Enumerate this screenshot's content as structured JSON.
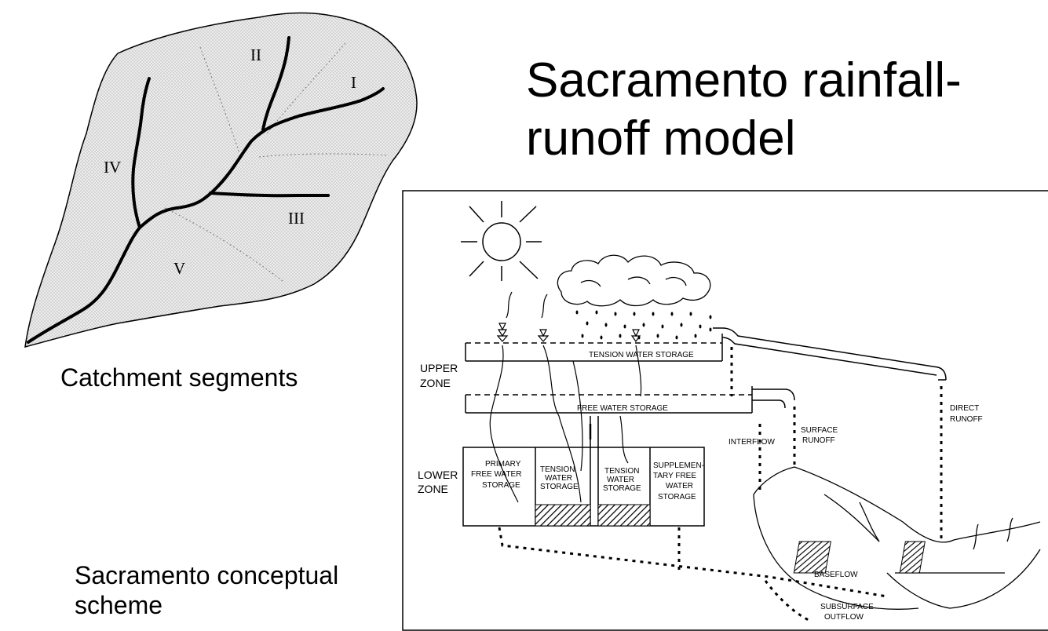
{
  "title": {
    "line1": "Sacramento rainfall-",
    "line2": "runoff model"
  },
  "captions": {
    "catchment": "Catchment segments",
    "scheme_line1": "Sacramento conceptual",
    "scheme_line2": "scheme"
  },
  "catchment": {
    "segments": [
      "I",
      "II",
      "III",
      "IV",
      "V"
    ]
  },
  "scheme": {
    "upper_zone_1": "UPPER",
    "upper_zone_2": "ZONE",
    "lower_zone_1": "LOWER",
    "lower_zone_2": "ZONE",
    "tension_water_storage": "TENSION WATER STORAGE",
    "free_water_storage": "FREE WATER STORAGE",
    "primary_1": "PRIMARY",
    "primary_2": "FREE WATER",
    "primary_3": "STORAGE",
    "tension_a_1": "TENSION",
    "tension_a_2": "WATER",
    "tension_a_3": "STORAGE",
    "tension_b_1": "TENSION",
    "tension_b_2": "WATER",
    "tension_b_3": "STORAGE",
    "supp_1": "SUPPLEMEN-",
    "supp_2": "TARY FREE",
    "supp_3": "WATER",
    "supp_4": "STORAGE",
    "interflow": "INTERFLOW",
    "surface_runoff_1": "SURFACE",
    "surface_runoff_2": "RUNOFF",
    "direct_runoff_1": "DIRECT",
    "direct_runoff_2": "RUNOFF",
    "baseflow": "BASEFLOW",
    "subsurface_1": "SUBSURFACE",
    "subsurface_2": "OUTFLOW"
  }
}
